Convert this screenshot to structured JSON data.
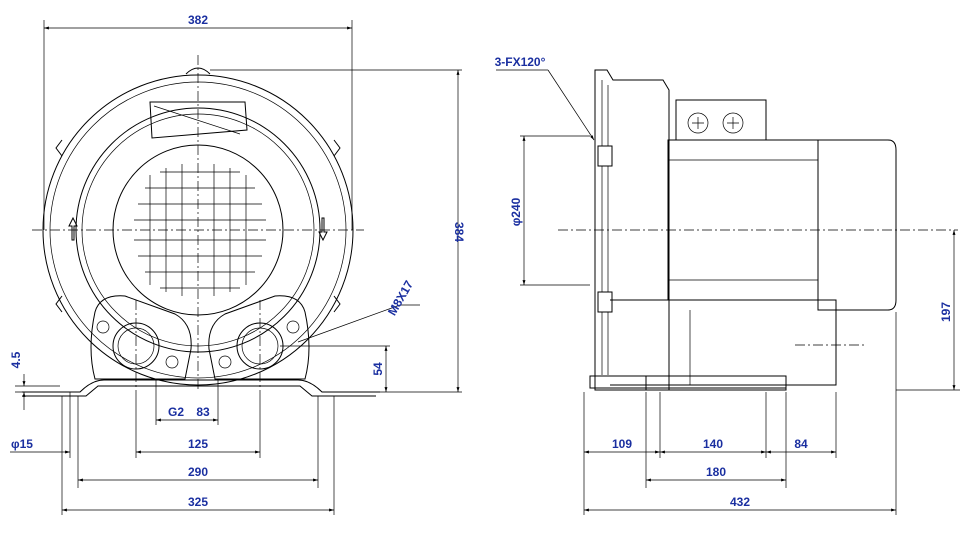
{
  "colors": {
    "dimension_text": "#1a2fa0",
    "lines": "#000000"
  },
  "dimensions": {
    "overall_width": "382",
    "overall_height": "384",
    "flange_angle": "3-FX120°",
    "flange_diameter": "φ240",
    "foot_thickness": "4.5",
    "bolt_spec": "M8X17",
    "outlet_height": "54",
    "pipe_thread": "G2",
    "port_spacing_inner": "83",
    "port_spacing": "125",
    "base_width": "290",
    "foot_total_width": "325",
    "mount_hole": "φ15",
    "center_height": "197",
    "side_left": "109",
    "side_mid": "140",
    "side_right": "84",
    "side_base": "180",
    "overall_length": "432"
  }
}
